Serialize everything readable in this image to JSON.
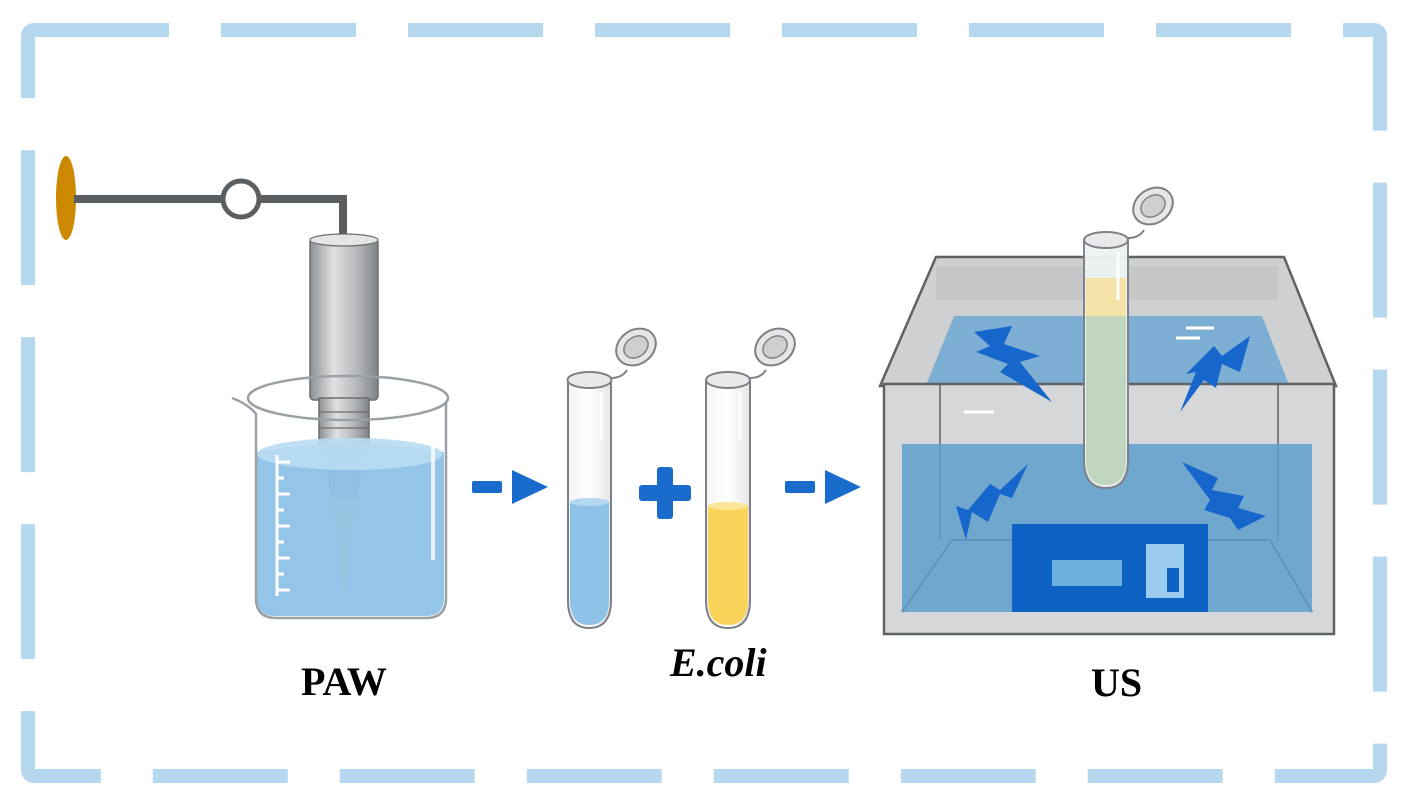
{
  "labels": {
    "paw": "PAW",
    "ecoli": "E.coli",
    "us": "US"
  },
  "colors": {
    "frame_dash": "#b6d8ef",
    "water_light": "#8ec2e8",
    "water_dark": "#5a9fcf",
    "plasma_yellow": "#e8f02a",
    "ecoli_yellow": "#f8d45a",
    "arrow_blue": "#1a6ccc",
    "bolt_blue": "#1666cc",
    "device_blue": "#0d62c4",
    "steel_gray": "#b9bbbd",
    "tank_gray": "#c8c8c8",
    "knob_orange": "#cc8800"
  },
  "icons": [
    "plasma-jet-icon",
    "beaker-icon",
    "test-tube-icon",
    "plus-icon",
    "arrow-right-icon",
    "lightning-bolt-icon",
    "ultrasonic-bath-icon"
  ]
}
